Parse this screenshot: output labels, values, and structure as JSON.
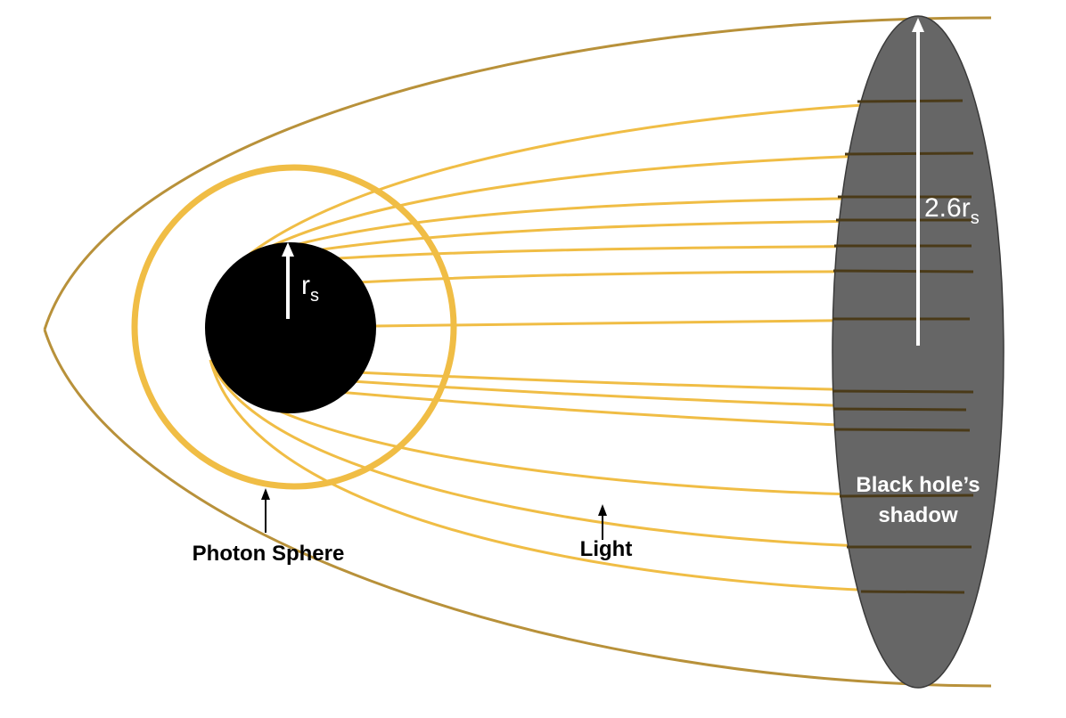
{
  "colors": {
    "background": "#ffffff",
    "light_ray": "#f0bd45",
    "outer_ray": "#b8913a",
    "photon_sphere": "#f0bd45",
    "black_hole": "#000000",
    "shadow": "#666666",
    "arrow_white": "#ffffff",
    "arrow_black": "#000000"
  },
  "labels": {
    "photon_sphere": "Photon Sphere",
    "light": "Light",
    "shadow_line1": "Black hole’s",
    "shadow_line2": "shadow",
    "rs_main": "r",
    "rs_sub": "s",
    "shadow_radius_main": "2.6r",
    "shadow_radius_sub": "s"
  }
}
